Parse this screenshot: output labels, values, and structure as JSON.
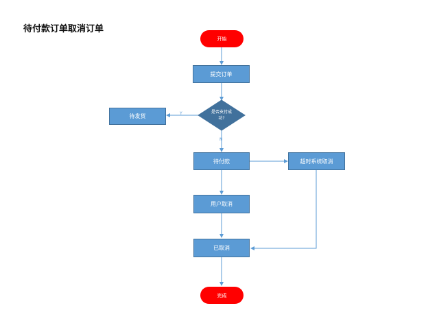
{
  "title": "待付款订单取消订单",
  "colors": {
    "process_fill": "#5b9bd5",
    "process_border": "#41719c",
    "terminal_fill": "#ff0000",
    "connector": "#5b9bd5",
    "text": "#ffffff"
  },
  "nodes": {
    "start": "开始",
    "submit_order": "提交订单",
    "decision_line1": "是否支付成",
    "decision_line2": "功?",
    "pending_shipment": "待发货",
    "pending_payment": "待付款",
    "timeout_cancel": "超时系统取消",
    "user_cancel": "用户取消",
    "cancelled": "已取消",
    "end": "完成"
  },
  "edge_labels": {
    "yes": "Y",
    "no": "N"
  }
}
